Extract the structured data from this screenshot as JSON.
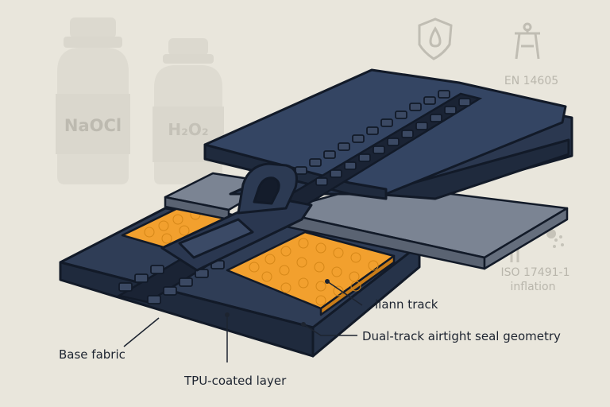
{
  "background": {
    "bottle_left_label": "NaOCl",
    "bottle_right_label": "H₂O₂",
    "standard_top": "EN 14605",
    "standard_bottom_line1": "ISO 17491-1",
    "standard_bottom_line2": "inflation"
  },
  "callouts": {
    "track": "liann track",
    "seal": "Dual-track airtight seal geometry",
    "base": "Base fabric",
    "tpu": "TPU-coated layer"
  },
  "colors": {
    "background": "#e9e6dc",
    "panel_navy": "#2c3a52",
    "orange_layer": "#f2a02e",
    "grey_plate": "#6e7785",
    "outline": "#121a28"
  }
}
